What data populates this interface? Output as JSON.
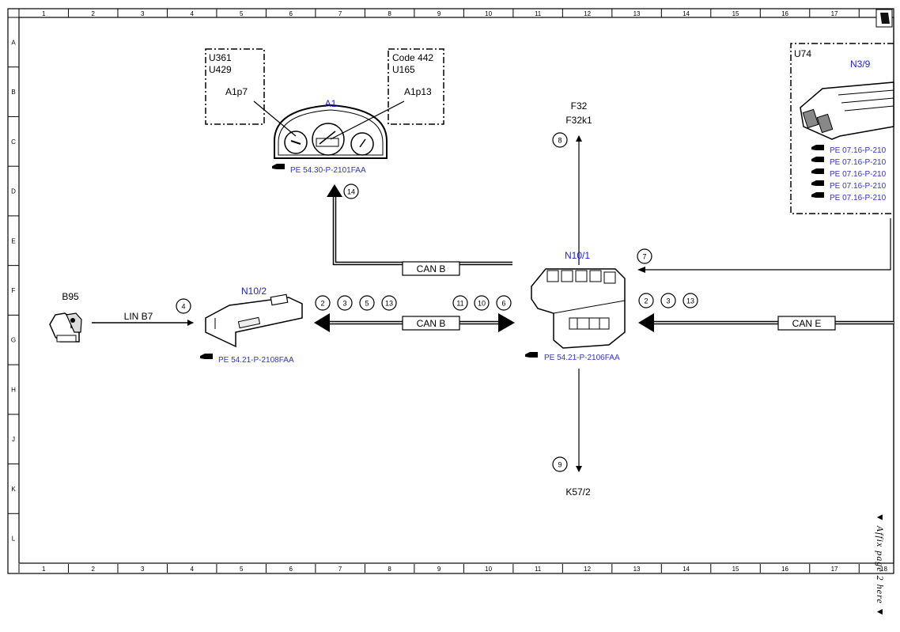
{
  "grid": {
    "columns": [
      "1",
      "2",
      "3",
      "4",
      "5",
      "6",
      "7",
      "8",
      "9",
      "10",
      "11",
      "12",
      "13",
      "14",
      "15",
      "16",
      "17",
      "18"
    ],
    "rows": [
      "A",
      "B",
      "C",
      "D",
      "E",
      "F",
      "G",
      "H",
      "J",
      "K",
      "L"
    ]
  },
  "components": {
    "a1": {
      "code": "A1",
      "ref": "PE 54.30-P-2101FAA"
    },
    "n10_2": {
      "code": "N10/2",
      "ref": "PE 54.21-P-2108FAA"
    },
    "n10_1": {
      "code": "N10/1",
      "ref": "PE 54.21-P-2106FAA"
    },
    "n3_9": {
      "code": "N3/9",
      "refs": [
        "PE 07.16-P-210",
        "PE 07.16-P-210",
        "PE 07.16-P-210",
        "PE 07.16-P-210",
        "PE 07.16-P-210"
      ]
    },
    "b95": {
      "code": "B95"
    }
  },
  "boxes": {
    "left": {
      "line1": "U361",
      "line2": "U429",
      "pin": "A1p7"
    },
    "right": {
      "line1": "Code 442",
      "line2": "U165",
      "pin": "A1p13"
    },
    "u74": {
      "label": "U74"
    }
  },
  "connections": {
    "f32": "F32",
    "f32k1": "F32k1",
    "k57_2": "K57/2",
    "lin": "LIN B7",
    "can_b_top": "CAN B",
    "can_b_mid": "CAN B",
    "can_e": "CAN E"
  },
  "callouts": {
    "c14": "14",
    "c8": "8",
    "c7": "7",
    "c4": "4",
    "c9": "9",
    "left_group": [
      "2",
      "3",
      "5",
      "13"
    ],
    "mid_group": [
      "11",
      "10",
      "6"
    ],
    "right_group": [
      "2",
      "3",
      "13"
    ]
  },
  "side_note": "▼ Affix page 2 here ▼",
  "colors": {
    "component_code": "#2222dd",
    "reference": "#3333cc",
    "line": "#000000"
  }
}
